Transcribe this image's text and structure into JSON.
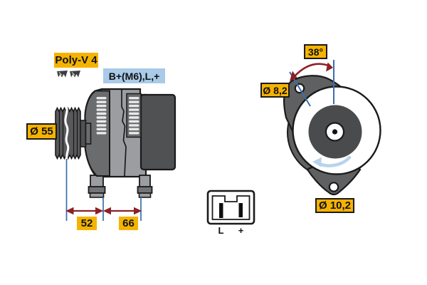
{
  "side_view": {
    "belt_type_label": "Poly-V 4",
    "terminal_label": "B+(M6),L,+",
    "pulley_diameter_label": "Ø 55",
    "dim_pulley_to_front_foot": "52",
    "dim_front_foot_to_rear_foot": "66"
  },
  "rear_view": {
    "mount_hole_angle_label": "38°",
    "top_mount_hole_diameter_label": "Ø 8,2",
    "bottom_mount_hole_diameter_label": "Ø 10,2"
  },
  "connector": {
    "left_pin_label": "L",
    "right_pin_label": "+"
  },
  "icons": {
    "belt_profile": "poly-v-belt-section",
    "rotation_direction": "counterclockwise-arrow"
  },
  "colors": {
    "label_yellow": "#F5B301",
    "label_blue": "#A9CAE8",
    "dimension_arrow_red": "#8C2126",
    "dimension_line_blue": "#3A6EA8",
    "rotation_arrow_blue": "#B8D4EC",
    "housing_gray": "#9C9DA0",
    "bracket_dark_gray": "#6B6C6E",
    "metal_dark_gray": "#505153"
  }
}
